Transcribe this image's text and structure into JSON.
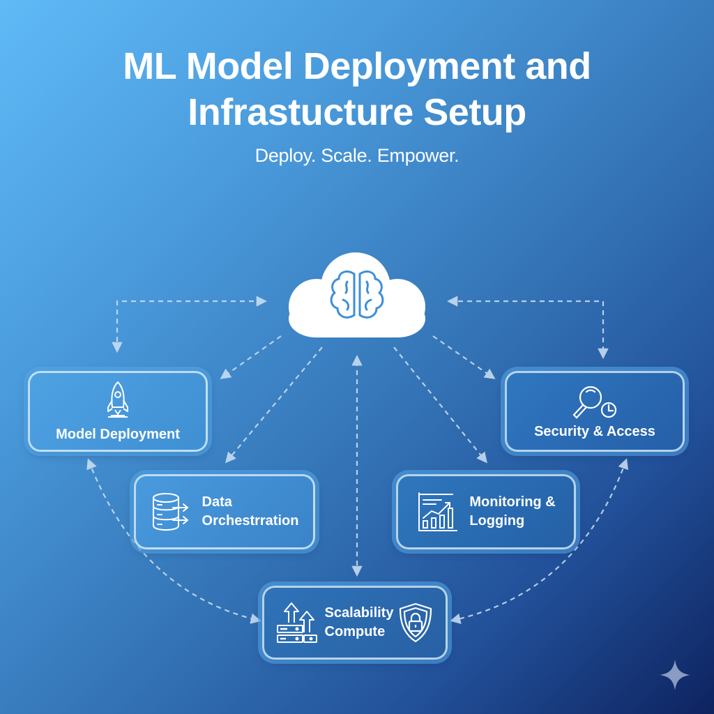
{
  "header": {
    "title_line1": "ML Model Deployment and",
    "title_line2": "Infrastucture Setup",
    "subtitle": "Deploy. Scale. Empower."
  },
  "hub": {
    "icon": "brain-cloud-icon"
  },
  "nodes": [
    {
      "id": "model-deployment",
      "label": "Model Deployment",
      "icon": "rocket-icon"
    },
    {
      "id": "security-access",
      "label": "Security & Access",
      "icon": "magnifier-clock-icon"
    },
    {
      "id": "data-orchestration",
      "label_line1": "Data",
      "label_line2": "Orchestrration",
      "icon": "database-arrows-icon"
    },
    {
      "id": "monitoring-logging",
      "label_line1": "Monitoring &",
      "label_line2": "Logging",
      "icon": "bar-chart-trend-icon"
    },
    {
      "id": "scalability-compute",
      "label_line1": "Scalability",
      "label_line2": "Compute",
      "icon": "server-arrows-icon",
      "icon_right": "shield-lock-icon"
    }
  ],
  "colors": {
    "accent_icon": "#3d8fd8",
    "connector": "#cfe2f5",
    "sparkle": "#8a9cc4"
  }
}
